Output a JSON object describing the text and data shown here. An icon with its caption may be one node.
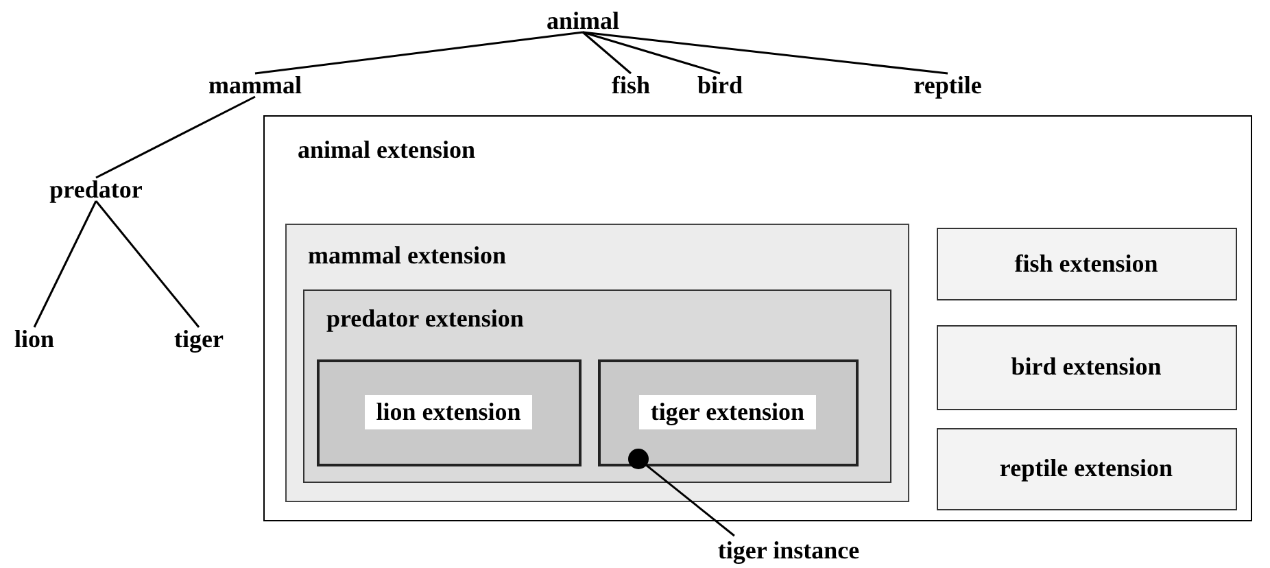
{
  "diagram": {
    "nodes": [
      {
        "text": [
          "animal"
        ]
      },
      {
        "text": [
          "mammal"
        ]
      },
      {
        "text": [
          "fish"
        ]
      },
      {
        "text": [
          "bird"
        ]
      },
      {
        "text": [
          "reptile"
        ]
      },
      {
        "text": [
          "predator"
        ]
      },
      {
        "text": [
          "lion"
        ]
      },
      {
        "text": [
          "tiger"
        ]
      },
      {
        "text": [
          "animal extension"
        ]
      },
      {
        "text": [
          "mammal extension"
        ],
        "in": 8
      },
      {
        "text": [
          "predator extension"
        ],
        "in": 9
      },
      {
        "text": [
          "lion extension"
        ],
        "in": 10
      },
      {
        "text": [
          "tiger extension"
        ],
        "in": 10
      },
      {
        "text": [
          "fish extension"
        ],
        "in": 8
      },
      {
        "text": [
          "bird extension"
        ],
        "in": 8
      },
      {
        "text": [
          "reptile extension"
        ],
        "in": 8
      },
      {
        "text": [],
        "shape": "circle",
        "in": 12
      },
      {
        "text": [
          "tiger instance"
        ]
      }
    ],
    "edges": [
      {
        "from": 0,
        "to": 1,
        "arrow": "none"
      },
      {
        "from": 0,
        "to": 2,
        "arrow": "none"
      },
      {
        "from": 0,
        "to": 3,
        "arrow": "none"
      },
      {
        "from": 0,
        "to": 4,
        "arrow": "none"
      },
      {
        "from": 1,
        "to": 5,
        "arrow": "none"
      },
      {
        "from": 5,
        "to": 6,
        "arrow": "none"
      },
      {
        "from": 5,
        "to": 7,
        "arrow": "none"
      },
      {
        "from": 17,
        "to": 16,
        "arrow": "none"
      }
    ]
  }
}
